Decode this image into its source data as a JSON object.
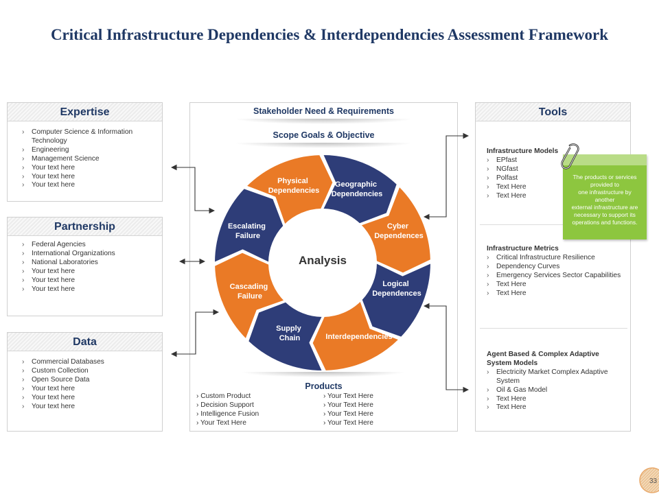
{
  "title": "Critical Infrastructure Dependencies & Interdependencies Assessment Framework",
  "expertise": {
    "heading": "Expertise",
    "items": [
      "Computer Science & Information Technology",
      "Engineering",
      "Management Science",
      "Your text here",
      "Your text here",
      "Your text here"
    ]
  },
  "partnership": {
    "heading": "Partnership",
    "items": [
      "Federal Agencies",
      "International Organizations",
      "National Laboratories",
      "Your text here",
      "Your text here",
      "Your text here"
    ]
  },
  "data_panel": {
    "heading": "Data",
    "items": [
      "Commercial Databases",
      "Custom Collection",
      "Open Source Data",
      "Your text here",
      "Your text here",
      "Your text here"
    ]
  },
  "center": {
    "stakeholder": "Stakeholder Need & Requirements",
    "scope": "Scope Goals & Objective",
    "analysis": "Analysis",
    "segments": [
      {
        "line1": "Physical",
        "line2": "Dependencies"
      },
      {
        "line1": "Geographic",
        "line2": "Dependencies"
      },
      {
        "line1": "Cyber",
        "line2": "Dependences"
      },
      {
        "line1": "Logical",
        "line2": "Dependences"
      },
      {
        "line1": "Interdependencies",
        "line2": ""
      },
      {
        "line1": "Supply",
        "line2": "Chain"
      },
      {
        "line1": "Cascading",
        "line2": "Failure"
      },
      {
        "line1": "Escalating",
        "line2": "Failure"
      }
    ],
    "products_heading": "Products",
    "products_left": [
      "› Custom Product",
      "› Decision Support",
      "› Intelligence Fusion",
      "› Your Text Here"
    ],
    "products_right": [
      "› Your Text Here",
      "› Your Text Here",
      "› Your Text Here",
      "› Your Text Here"
    ]
  },
  "tools": {
    "heading": "Tools",
    "models_title": "Infrastructure Models",
    "models_items": [
      "EPfast",
      "NGfast",
      "Polfast",
      "Text Here",
      "Text Here"
    ],
    "metrics_title": "Infrastructure Metrics",
    "metrics_items": [
      "Critical Infrastructure Resilience",
      "Dependency Curves",
      "Emergency Services Sector Capabilities",
      "Text Here",
      "Text Here"
    ],
    "agent_title": "Agent Based & Complex Adaptive System Models",
    "agent_items": [
      "Electricity Market Complex Adaptive System",
      "Oil & Gas Model",
      "Text Here",
      "Text Here"
    ]
  },
  "note": {
    "lines": [
      "The products or services",
      "provided to",
      "one infrastructure by",
      "another",
      "external infrastructure  are",
      "necessary to support its",
      "operations and functions."
    ]
  },
  "page_number": "33",
  "colors": {
    "navy": "#2e3d78",
    "orange": "#ea7a26",
    "title_blue": "#1f3864",
    "note_green": "#8dc63f"
  }
}
